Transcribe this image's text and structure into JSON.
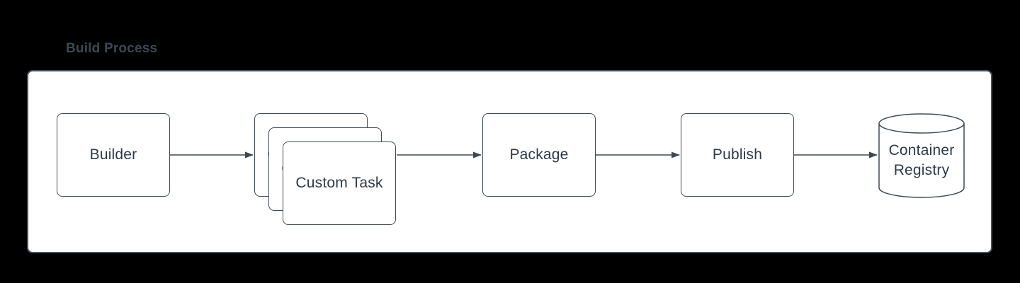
{
  "title": "Build Process",
  "colors": {
    "background": "#000000",
    "panel_fill": "#ffffff",
    "panel_border": "#49525e",
    "node_border": "#3f4a56",
    "node_text": "#2e3a47",
    "title_text": "#3c4854",
    "arrow": "#3d4854"
  },
  "diagram": {
    "nodes": [
      {
        "id": "builder",
        "label": "Builder",
        "shape": "rounded-rect"
      },
      {
        "id": "custom-task",
        "label": "Custom Task",
        "shape": "stacked-rounded-rect",
        "stack_count": 3
      },
      {
        "id": "package",
        "label": "Package",
        "shape": "rounded-rect"
      },
      {
        "id": "publish",
        "label": "Publish",
        "shape": "rounded-rect"
      },
      {
        "id": "container-registry",
        "label": "Container Registry",
        "shape": "cylinder"
      }
    ],
    "edges": [
      {
        "from": "builder",
        "to": "custom-task"
      },
      {
        "from": "custom-task",
        "to": "package"
      },
      {
        "from": "package",
        "to": "publish"
      },
      {
        "from": "publish",
        "to": "container-registry"
      }
    ]
  }
}
